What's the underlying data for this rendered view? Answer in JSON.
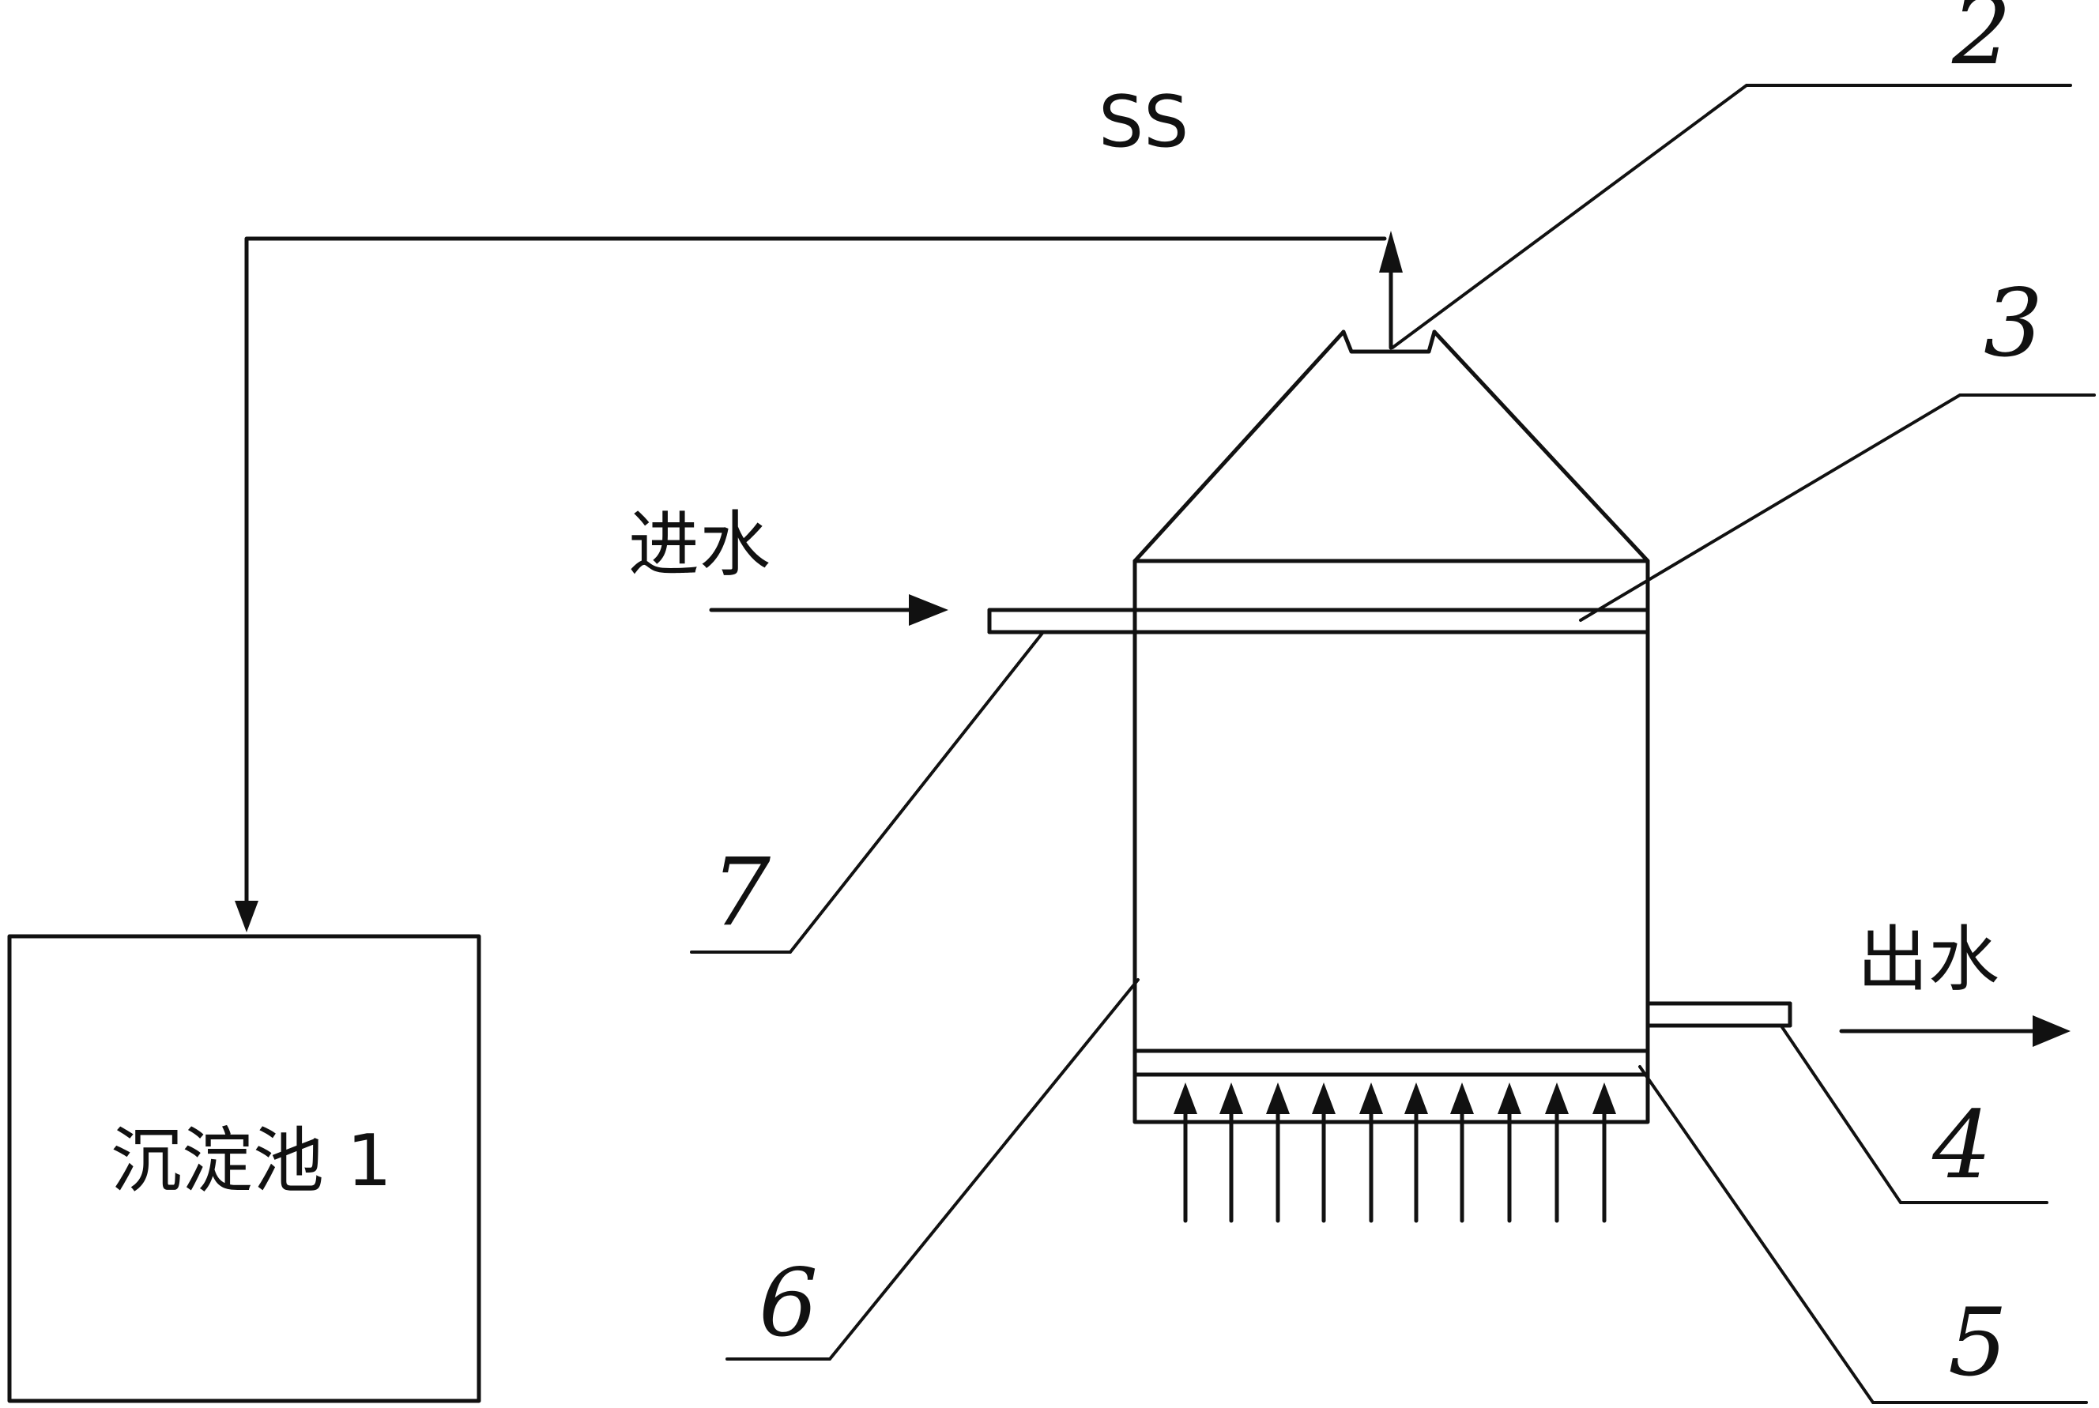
{
  "labels": {
    "ss": "SS",
    "inlet": "进水",
    "outlet": "出水",
    "tank": "沉淀池 1"
  },
  "callouts": [
    "2",
    "3",
    "4",
    "5",
    "6",
    "7"
  ]
}
